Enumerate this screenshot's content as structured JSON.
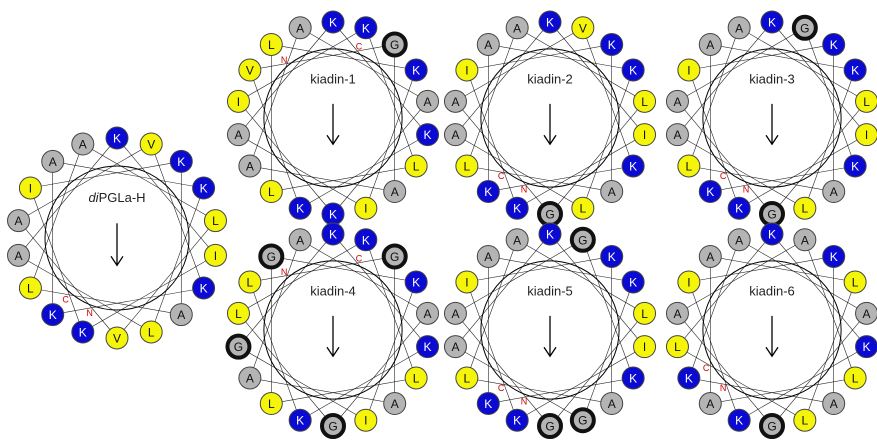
{
  "colors": {
    "cationic": "#0a0ad2",
    "hydrophobic": "#f5f50a",
    "small": "#b4b4b4",
    "glycine_ring": "#111111",
    "terminal_label": "#cc0000",
    "spoke": "#000000"
  },
  "helices": [
    {
      "title": "diPGLa-H",
      "title_italic": "di",
      "title_rest": "PGLa-H",
      "residues": [
        "K",
        "V",
        "K",
        "K",
        "L",
        "I",
        "K",
        "A",
        "L",
        "V",
        "K",
        "K",
        "L",
        "A",
        "A",
        "I",
        "A",
        "A"
      ],
      "n_index": 10,
      "c_index": 11
    },
    {
      "title": "kiadin-1",
      "residues": [
        "K",
        "K",
        "G",
        "K",
        "A",
        "K",
        "L",
        "A",
        "I",
        "K",
        "K",
        "L",
        "A",
        "A",
        "I",
        "V",
        "L",
        "A"
      ],
      "n_index": 16,
      "c_index": 1
    },
    {
      "title": "kiadin-2",
      "residues": [
        "K",
        "V",
        "K",
        "K",
        "L",
        "I",
        "K",
        "A",
        "L",
        "G",
        "K",
        "K",
        "L",
        "A",
        "A",
        "I",
        "A",
        "A"
      ],
      "n_index": 10,
      "c_index": 11
    },
    {
      "title": "kiadin-3",
      "residues": [
        "K",
        "G",
        "K",
        "K",
        "L",
        "I",
        "K",
        "A",
        "L",
        "G",
        "K",
        "K",
        "L",
        "A",
        "A",
        "I",
        "A",
        "A"
      ],
      "n_index": 10,
      "c_index": 11
    },
    {
      "title": "kiadin-4",
      "residues": [
        "K",
        "K",
        "G",
        "K",
        "A",
        "K",
        "L",
        "A",
        "I",
        "G",
        "K",
        "L",
        "A",
        "G",
        "L",
        "L",
        "G",
        "A"
      ],
      "n_index": 16,
      "c_index": 1
    },
    {
      "title": "kiadin-5",
      "residues": [
        "K",
        "G",
        "K",
        "K",
        "L",
        "I",
        "K",
        "A",
        "G",
        "G",
        "K",
        "K",
        "L",
        "A",
        "A",
        "I",
        "A",
        "A"
      ],
      "n_index": 10,
      "c_index": 11
    },
    {
      "title": "kiadin-6",
      "residues": [
        "K",
        "A",
        "K",
        "L",
        "A",
        "K",
        "L",
        "A",
        "L",
        "G",
        "K",
        "A",
        "K",
        "L",
        "A",
        "I",
        "A",
        "A"
      ],
      "n_index": 11,
      "c_index": 12
    }
  ],
  "terminal_labels": {
    "n": "N",
    "c": "C"
  }
}
